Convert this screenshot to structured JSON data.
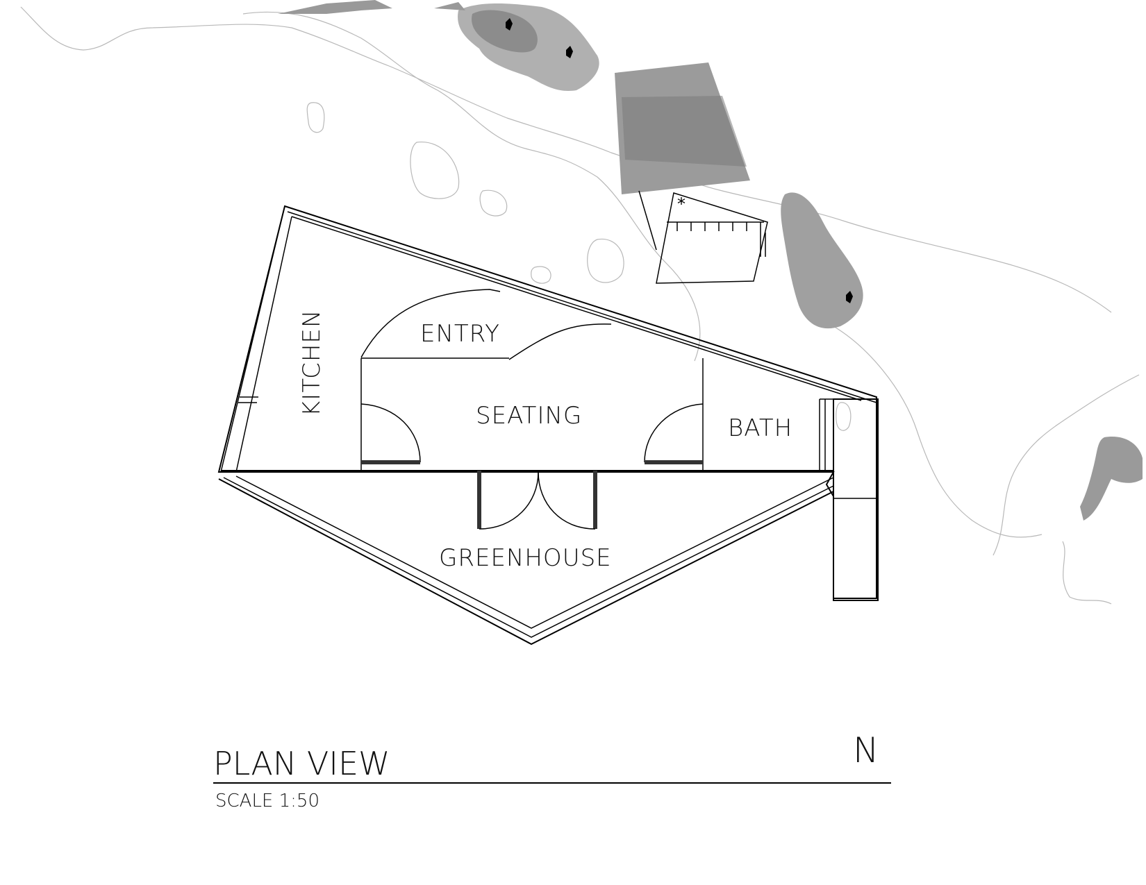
{
  "drawing": {
    "title": "PLAN VIEW",
    "scale": "SCALE 1:50",
    "north_label": "N"
  },
  "rooms": {
    "kitchen": "KITCHEN",
    "entry": "ENTRY",
    "seating": "SEATING",
    "bath": "BATH",
    "greenhouse": "GREENHOUSE"
  },
  "colors": {
    "line": "#000000",
    "topo": "#b8b8b8",
    "vegetation": "#8c8c8c",
    "vegetation_light": "#b0b0b0",
    "door_bar": "#333333"
  }
}
